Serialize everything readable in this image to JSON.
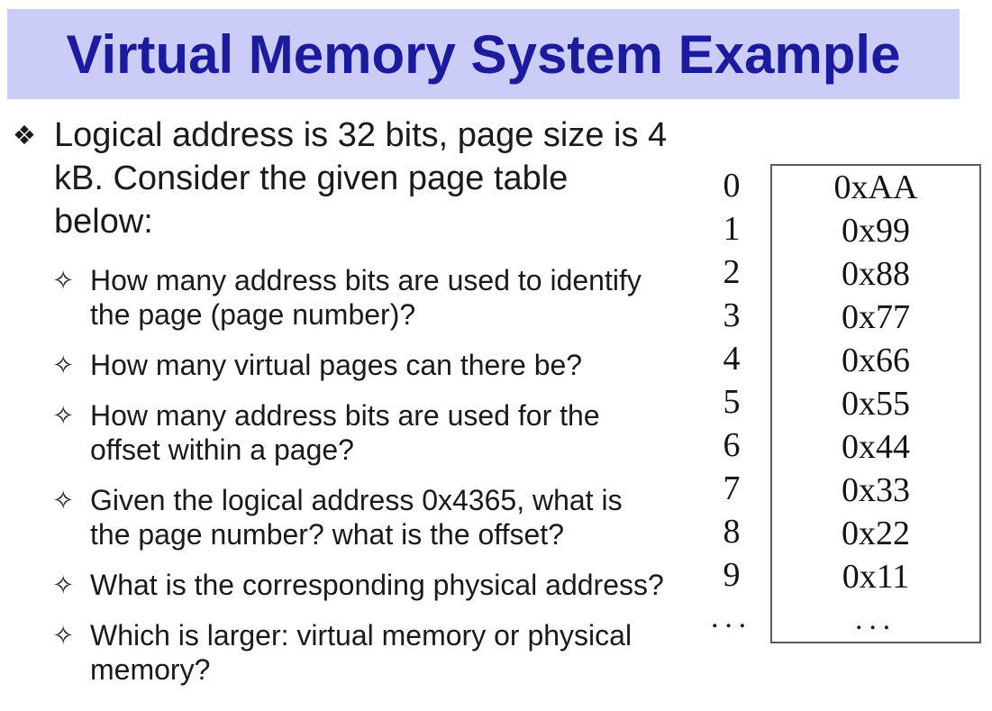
{
  "slide": {
    "title": "Virtual Memory System Example"
  },
  "bullets": {
    "main_marker": "❖",
    "sub_marker": "✧",
    "main": "Logical address is 32 bits, page size is 4 kB. Consider the given page table below:",
    "sub": [
      "How many address bits are used to identify the page (page number)?",
      "How many virtual pages can there be?",
      "How many address bits are used for the offset within a page?",
      "Given the logical address 0x4365, what is the page number? what is the offset?",
      "What is the corresponding physical address?",
      "Which is larger: virtual memory or physical memory?"
    ]
  },
  "page_table": {
    "rows": [
      {
        "index": "0",
        "value": "0xAA"
      },
      {
        "index": "1",
        "value": "0x99"
      },
      {
        "index": "2",
        "value": "0x88"
      },
      {
        "index": "3",
        "value": "0x77"
      },
      {
        "index": "4",
        "value": "0x66"
      },
      {
        "index": "5",
        "value": "0x55"
      },
      {
        "index": "6",
        "value": "0x44"
      },
      {
        "index": "7",
        "value": "0x33"
      },
      {
        "index": "8",
        "value": "0x22"
      },
      {
        "index": "9",
        "value": "0x11"
      },
      {
        "index": "...",
        "value": "..."
      }
    ]
  },
  "colors": {
    "page_bg": "#ffffff",
    "banner_bg": "#ccccf8",
    "title_color": "#1b1b9b",
    "text_color": "#1a1a1a",
    "table_text": "#141414",
    "table_border": "#5c5c5c"
  }
}
